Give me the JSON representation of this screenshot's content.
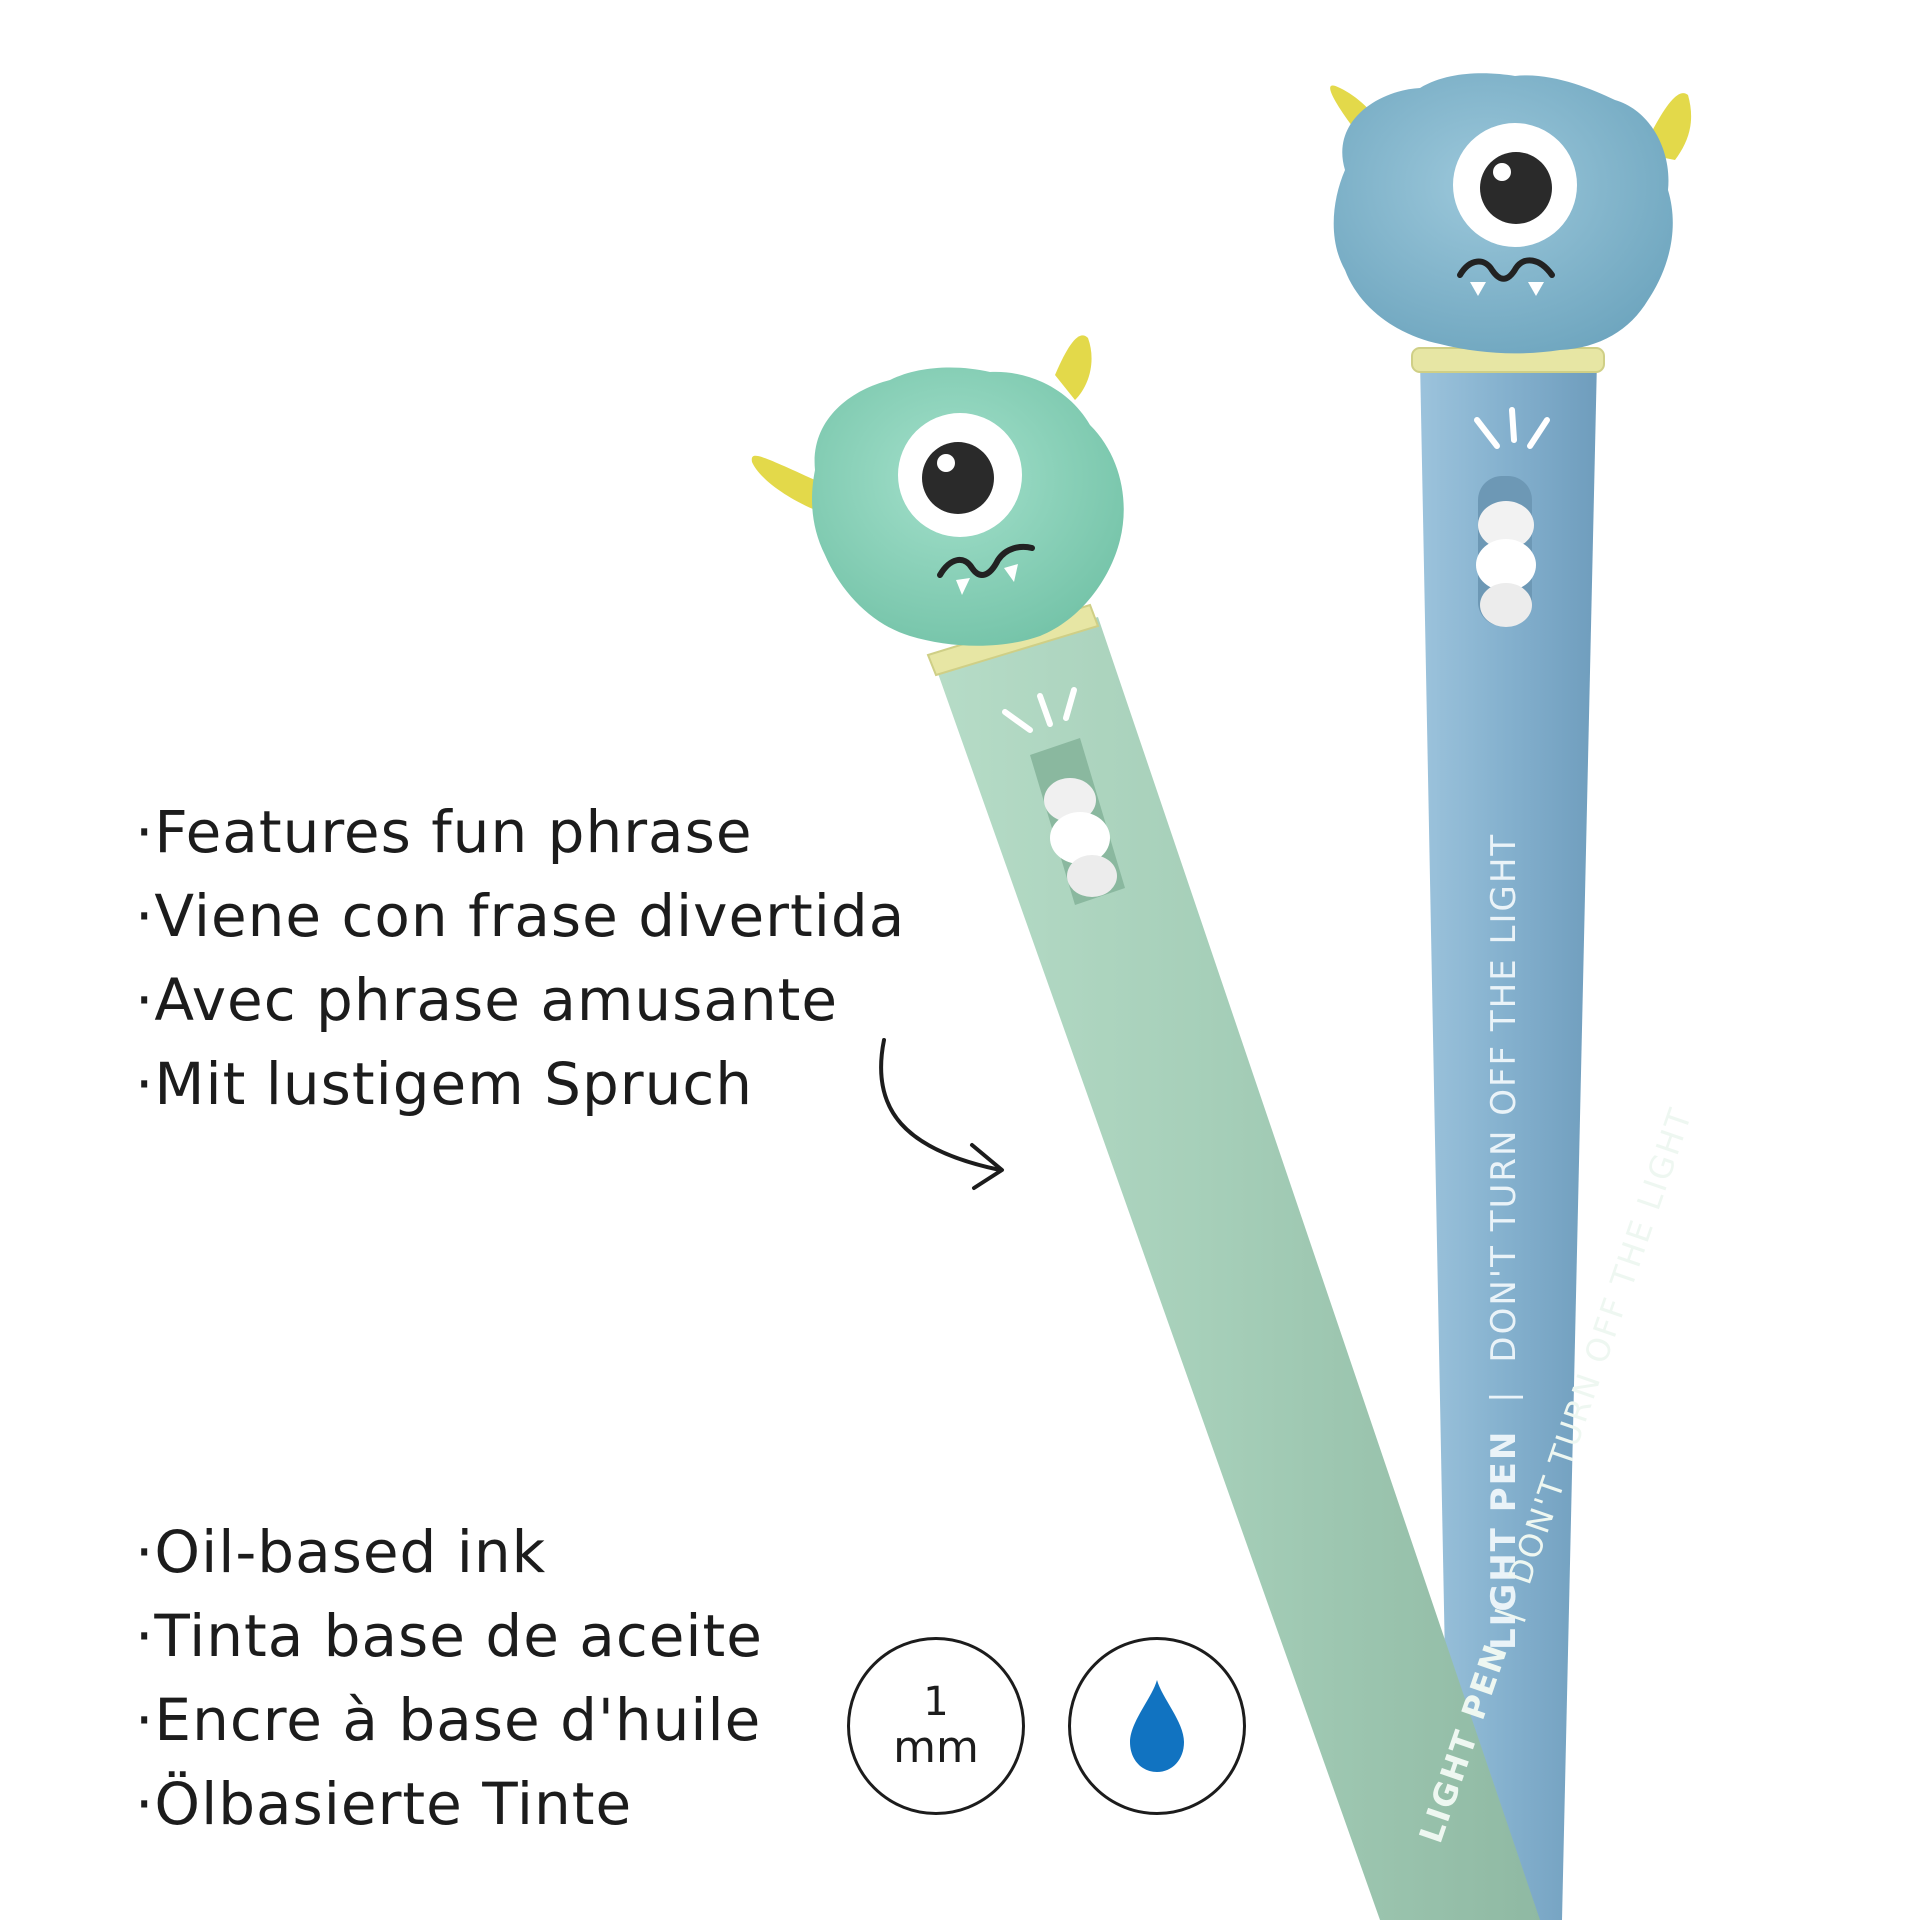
{
  "features_phrase": [
    "·Features fun phrase",
    "·Viene con frase divertida",
    "·Avec phrase amusante",
    "·Mit lustigem Spruch"
  ],
  "features_ink": [
    "·Oil-based ink",
    "·Tinta base de aceite",
    "·Encre à base d'huile",
    "·Ölbasierte Tinte"
  ],
  "badge_size": {
    "number": "1",
    "unit": "mm"
  },
  "icons": {
    "arrow": "curved-arrow-icon",
    "ink": "ink-drop-icon"
  },
  "pen_label": {
    "brand": "LIGHT PEN",
    "separator": "|",
    "phrase": "DON'T TURN OFF THE LIGHT"
  },
  "colors": {
    "green_pen": "#a9d3bd",
    "blue_pen": "#8cb6d2",
    "green_monster": "#88d3ba",
    "blue_monster": "#82b6cc",
    "horn": "#e3d94a",
    "ink_drop": "#1173c1",
    "text": "#1c1c1c"
  }
}
